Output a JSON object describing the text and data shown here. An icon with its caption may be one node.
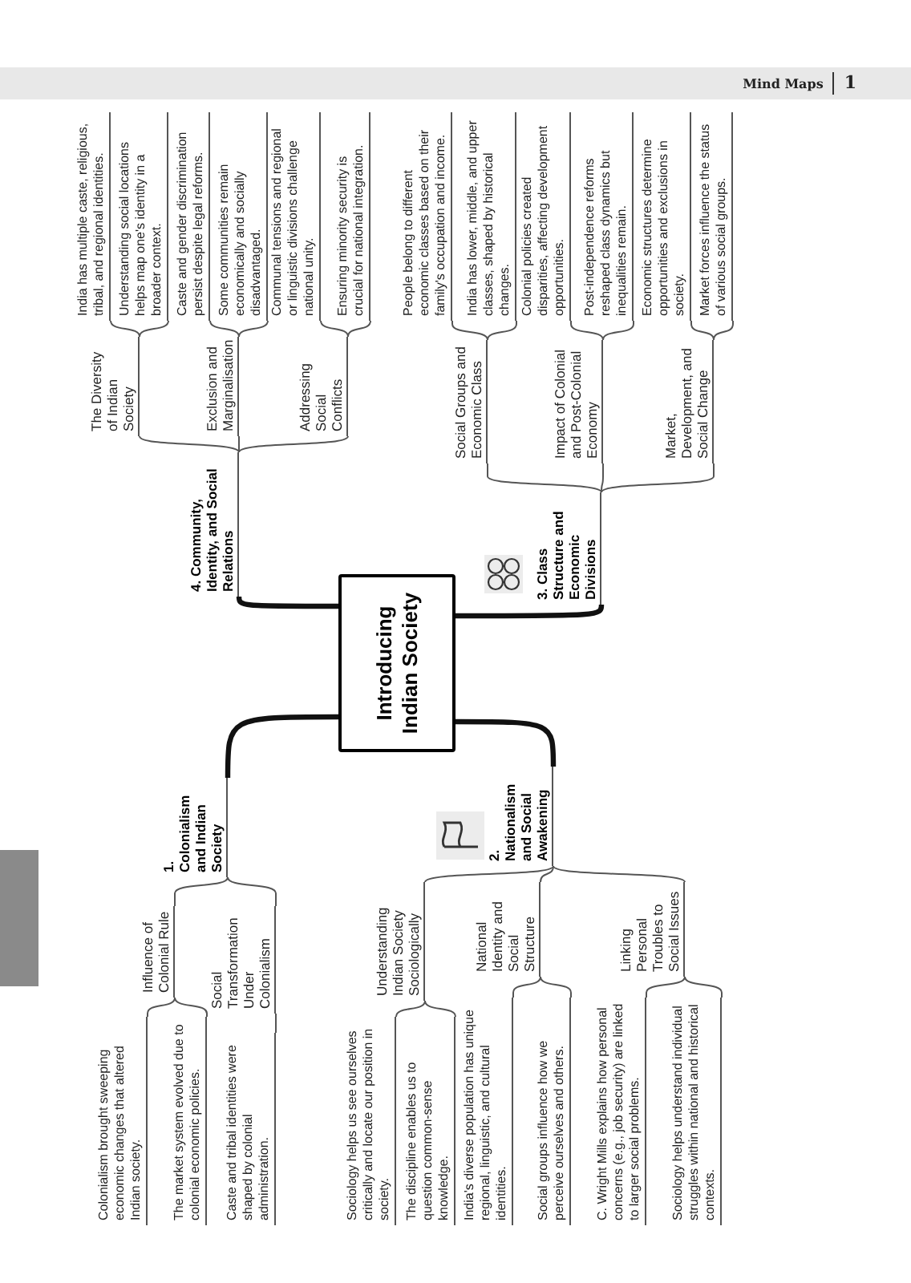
{
  "diagram": {
    "nodes": [
      {
        "text": [
          "Introducing Indian Society"
        ]
      },
      {
        "text": [
          "1. Colonialism and Indian Society"
        ]
      },
      {
        "text": [
          "Influence of Colonial Rule"
        ]
      },
      {
        "text": [
          "Colonialism brought sweeping economic changes that altered Indian society."
        ]
      },
      {
        "text": [
          "The market system evolved due to colonial economic policies."
        ]
      },
      {
        "text": [
          "Social Transformation Under Colonialism"
        ]
      },
      {
        "text": [
          "Caste and tribal identities were shaped by colonial administration."
        ]
      },
      {
        "text": [
          "2. Nationalism and Social Awakening"
        ]
      },
      {
        "text": [
          "Understanding Indian Society Sociologically"
        ]
      },
      {
        "text": [
          "Sociology helps us see ourselves critically and locate our position in society."
        ]
      },
      {
        "text": [
          "The discipline enables us to question common-sense knowledge."
        ]
      },
      {
        "text": [
          "National Identity and Social Structure"
        ]
      },
      {
        "text": [
          "India's diverse population has unique regional, linguistic, and cultural identities."
        ]
      },
      {
        "text": [
          "Social groups influence how we perceive ourselves and others."
        ]
      },
      {
        "text": [
          "Linking Personal Troubles to Social Issues"
        ]
      },
      {
        "text": [
          "C. Wright Mills explains how personal concerns (e.g., job security) are linked to larger social problems."
        ]
      },
      {
        "text": [
          "Sociology helps understand individual struggles within national and historical contexts."
        ]
      },
      {
        "text": [
          "3. Class Structure and Economic Divisions"
        ]
      },
      {
        "text": [
          "Social Groups and Economic Class"
        ]
      },
      {
        "text": [
          "People belong to different economic classes based on their family's occupation and income."
        ]
      },
      {
        "text": [
          "India has lower, middle, and upper classes, shaped by historical changes."
        ]
      },
      {
        "text": [
          "Impact of Colonial and Post-Colonial Economy"
        ]
      },
      {
        "text": [
          "Colonial policies created disparities, affecting development opportunities."
        ]
      },
      {
        "text": [
          "Post-independence reforms reshaped class dynamics but inequalities remain."
        ]
      },
      {
        "text": [
          "Market, Development, and Social Change"
        ]
      },
      {
        "text": [
          "Economic structures determine opportunities and exclusions in society."
        ]
      },
      {
        "text": [
          "Market forces influence the status of various social groups."
        ]
      },
      {
        "text": [
          "4. Community, Identity, and Social Relations"
        ]
      },
      {
        "text": [
          "The Diversity of Indian Society"
        ]
      },
      {
        "text": [
          "India has multiple caste, religious, tribal, and regional identities."
        ]
      },
      {
        "text": [
          "Understanding social locations helps map one's identity in a broader context."
        ]
      },
      {
        "text": [
          "Exclusion and Marginalisation"
        ]
      },
      {
        "text": [
          "Caste and gender discrimination persist despite legal reforms."
        ]
      },
      {
        "text": [
          "Some communities remain economically and socially disadvantaged."
        ]
      },
      {
        "text": [
          "Addressing Social Conflicts"
        ]
      },
      {
        "text": [
          "Communal tensions and regional or linguistic divisions challenge national unity."
        ]
      },
      {
        "text": [
          "Ensuring minority security is crucial for national integration."
        ]
      },
      {
        "text": [],
        "shape": "bar"
      }
    ],
    "edges": [
      {
        "from": 0,
        "to": 1,
        "arrow": "none",
        "style": "thick"
      },
      {
        "from": 0,
        "to": 7,
        "arrow": "none",
        "style": "thick"
      },
      {
        "from": 0,
        "to": 17,
        "arrow": "none",
        "style": "thick"
      },
      {
        "from": 0,
        "to": 27,
        "arrow": "none",
        "style": "thick"
      },
      {
        "from": 1,
        "to": 2,
        "arrow": "none"
      },
      {
        "from": 1,
        "to": 5,
        "arrow": "none"
      },
      {
        "from": 2,
        "to": 3,
        "arrow": "none"
      },
      {
        "from": 2,
        "to": 4,
        "arrow": "none"
      },
      {
        "from": 5,
        "to": 6,
        "arrow": "none"
      },
      {
        "from": 7,
        "to": 8,
        "arrow": "none"
      },
      {
        "from": 7,
        "to": 11,
        "arrow": "none"
      },
      {
        "from": 7,
        "to": 14,
        "arrow": "none"
      },
      {
        "from": 8,
        "to": 9,
        "arrow": "none"
      },
      {
        "from": 8,
        "to": 10,
        "arrow": "none"
      },
      {
        "from": 11,
        "to": 12,
        "arrow": "none"
      },
      {
        "from": 11,
        "to": 13,
        "arrow": "none"
      },
      {
        "from": 14,
        "to": 15,
        "arrow": "none"
      },
      {
        "from": 14,
        "to": 16,
        "arrow": "none"
      },
      {
        "from": 17,
        "to": 18,
        "arrow": "none"
      },
      {
        "from": 17,
        "to": 21,
        "arrow": "none"
      },
      {
        "from": 17,
        "to": 24,
        "arrow": "none"
      },
      {
        "from": 18,
        "to": 19,
        "arrow": "none"
      },
      {
        "from": 18,
        "to": 20,
        "arrow": "none"
      },
      {
        "from": 21,
        "to": 22,
        "arrow": "none"
      },
      {
        "from": 21,
        "to": 23,
        "arrow": "none"
      },
      {
        "from": 24,
        "to": 25,
        "arrow": "none"
      },
      {
        "from": 24,
        "to": 26,
        "arrow": "none"
      },
      {
        "from": 27,
        "to": 28,
        "arrow": "none"
      },
      {
        "from": 27,
        "to": 31,
        "arrow": "none"
      },
      {
        "from": 27,
        "to": 34,
        "arrow": "none"
      },
      {
        "from": 28,
        "to": 29,
        "arrow": "none"
      },
      {
        "from": 28,
        "to": 30,
        "arrow": "none"
      },
      {
        "from": 31,
        "to": 32,
        "arrow": "none"
      },
      {
        "from": 31,
        "to": 33,
        "arrow": "none"
      },
      {
        "from": 34,
        "to": 35,
        "arrow": "none"
      },
      {
        "from": 34,
        "to": 36,
        "arrow": "none"
      }
    ],
    "labels": [
      "Mind Maps",
      "1"
    ]
  }
}
